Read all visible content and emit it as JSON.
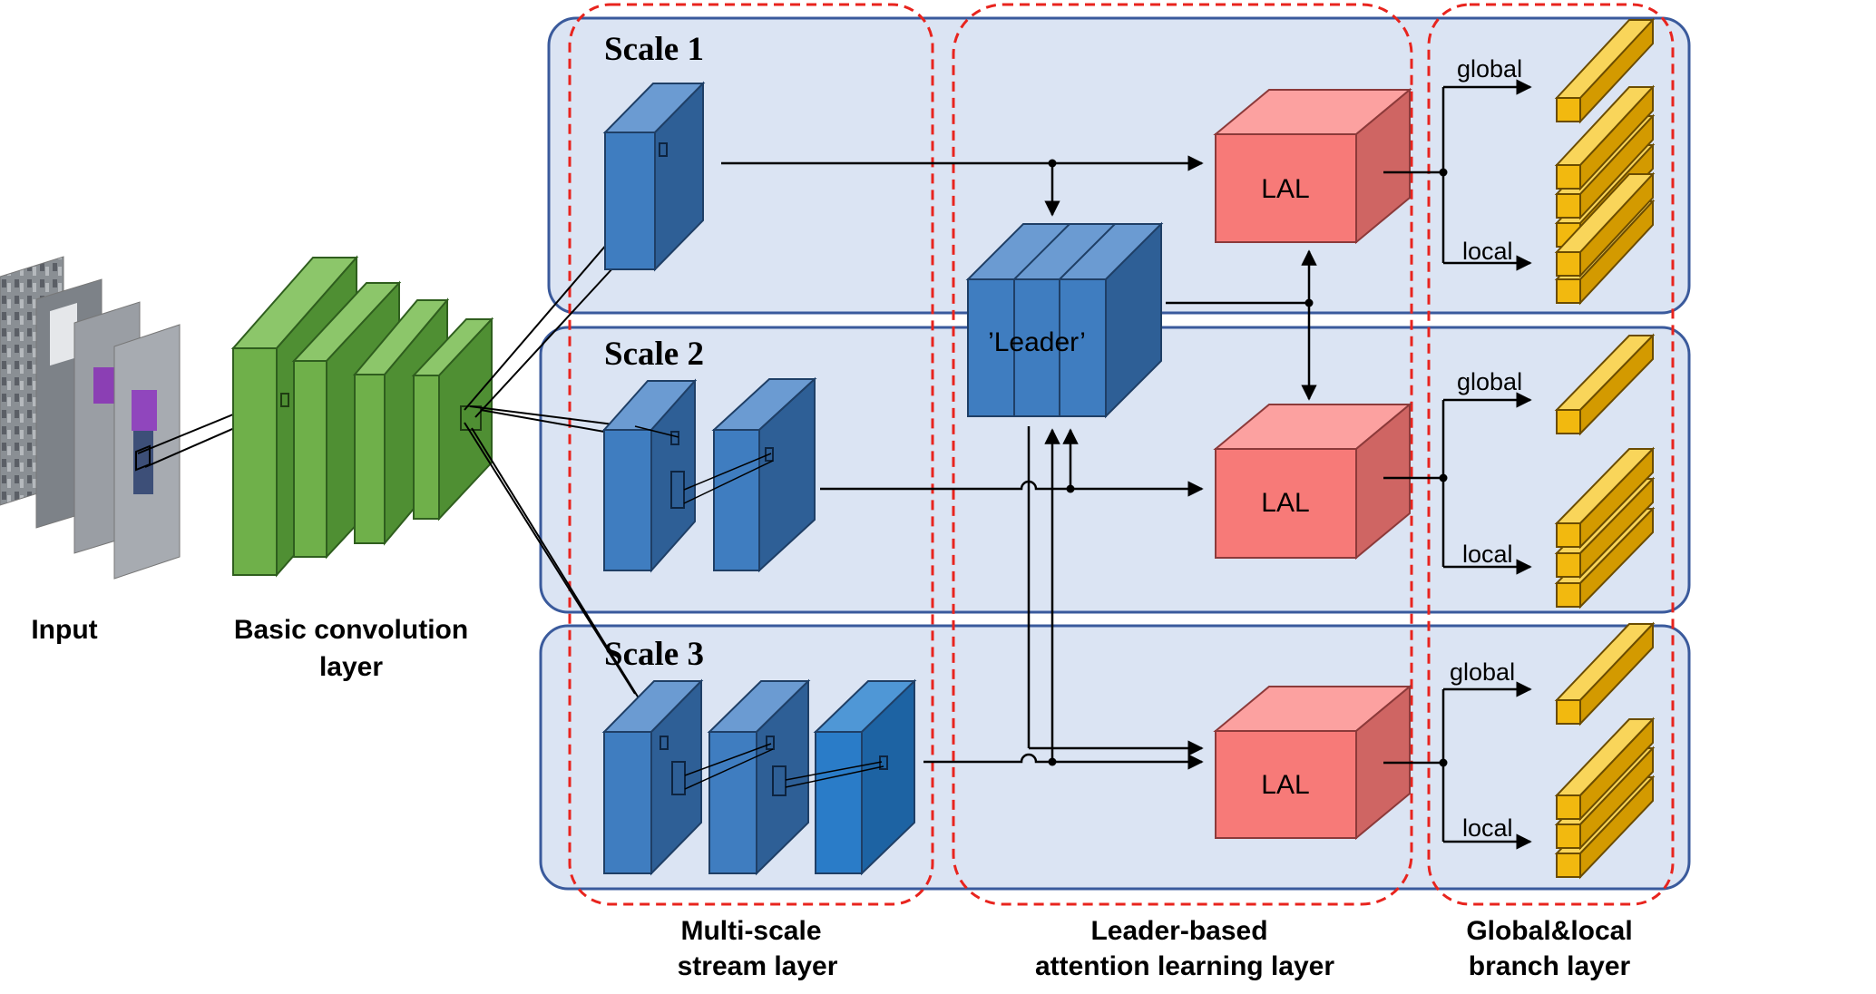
{
  "diagram": {
    "input_label": "Input",
    "conv_label": [
      "Basic convolution",
      "layer"
    ],
    "scales": [
      "Scale 1",
      "Scale 2",
      "Scale 3"
    ],
    "leader_label": "’Leader’",
    "lal_label": "LAL",
    "global_label": "global",
    "local_label": "local",
    "section_labels": {
      "multi_scale": [
        "Multi-scale",
        "stream layer"
      ],
      "leader_based": [
        "Leader-based",
        "attention learning layer"
      ],
      "global_local": [
        "Global&local",
        "branch layer"
      ]
    },
    "colors": {
      "scale_panel_fill": "#dbe4f3",
      "scale_panel_stroke": "#3a5a9c",
      "dashed_box": "#e8241e",
      "conv_green": "#6fb04a",
      "feature_blue": "#3f7dc0",
      "lal_pink": "#f77a78",
      "branch_gold": "#f2b90f"
    }
  }
}
